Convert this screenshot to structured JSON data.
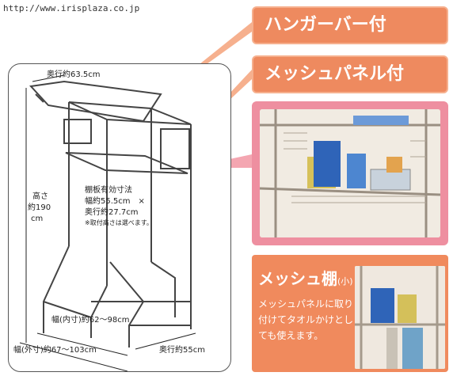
{
  "url": "http://www.irisplaza.co.jp",
  "diagram": {
    "depth_top": "奥行約63.5cm",
    "shelf_label_1": "棚板有効寸法",
    "shelf_label_2": "幅約55.5cm　×",
    "shelf_label_3": "奥行約27.7cm",
    "shelf_note": "※取付高さは選べます。",
    "height_1": "高さ",
    "height_2": "約190",
    "height_3": "cm",
    "inner_width": "幅(内寸)約62〜98cm",
    "outer_width": "幅(外寸)約67〜103cm",
    "depth_bottom": "奥行約55cm"
  },
  "callouts": {
    "hanger": "ハンガーバー付",
    "mesh_panel": "メッシュパネル付"
  },
  "bottom_card": {
    "title": "メッシュ棚",
    "title_sub": "(小)",
    "text": "メッシュパネルに取り付けてタオルかけとしても使えます。"
  },
  "colors": {
    "callout_orange": "#ee8a5f",
    "photo_pink": "#ee8fa0"
  }
}
